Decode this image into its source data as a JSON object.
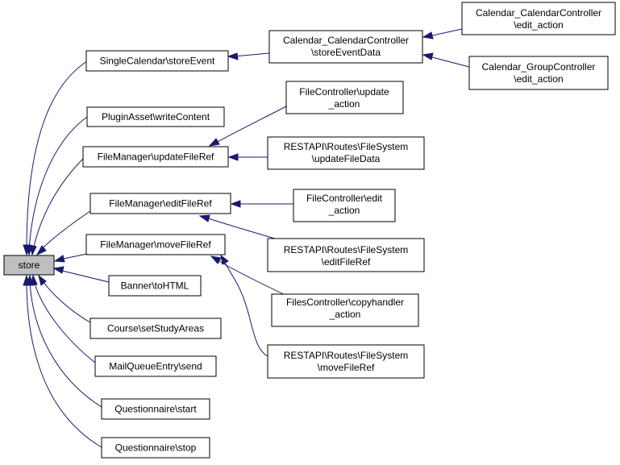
{
  "graph": {
    "edge_color": "#191970",
    "root_fill": "#bfbfbf",
    "nodes": {
      "store": [
        "store"
      ],
      "single_calendar_store_event": [
        "SingleCalendar\\storeEvent"
      ],
      "calendar_controller_store_event_data": [
        "Calendar_CalendarController",
        "\\storeEventData"
      ],
      "calendar_controller_edit_action": [
        "Calendar_CalendarController",
        "\\edit_action"
      ],
      "group_controller_edit_action": [
        "Calendar_GroupController",
        "\\edit_action"
      ],
      "plugin_asset_write_content": [
        "PluginAsset\\writeContent"
      ],
      "file_manager_update_file_ref": [
        "FileManager\\updateFileRef"
      ],
      "file_controller_update_action": [
        "FileController\\update",
        "_action"
      ],
      "restapi_update_file_data": [
        "RESTAPI\\Routes\\FileSystem",
        "\\updateFileData"
      ],
      "file_manager_edit_file_ref": [
        "FileManager\\editFileRef"
      ],
      "file_controller_edit_action": [
        "FileController\\edit",
        "_action"
      ],
      "restapi_edit_file_ref": [
        "RESTAPI\\Routes\\FileSystem",
        "\\editFileRef"
      ],
      "file_manager_move_file_ref": [
        "FileManager\\moveFileRef"
      ],
      "files_controller_copyhandler_action": [
        "FilesController\\copyhandler",
        "_action"
      ],
      "restapi_move_file_ref": [
        "RESTAPI\\Routes\\FileSystem",
        "\\moveFileRef"
      ],
      "banner_to_html": [
        "Banner\\toHTML"
      ],
      "course_set_study_areas": [
        "Course\\setStudyAreas"
      ],
      "mail_queue_entry_send": [
        "MailQueueEntry\\send"
      ],
      "questionnaire_start": [
        "Questionnaire\\start"
      ],
      "questionnaire_stop": [
        "Questionnaire\\stop"
      ]
    }
  }
}
